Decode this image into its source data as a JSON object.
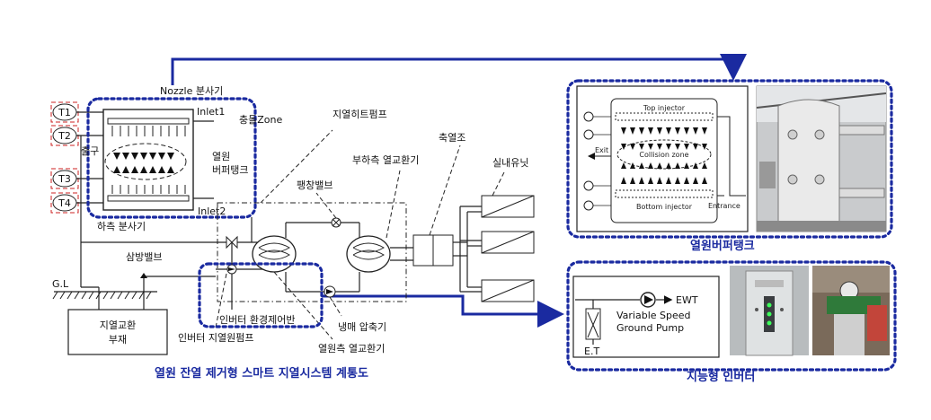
{
  "colors": {
    "accent": "#1a2aa0",
    "sensor": "#cc2222",
    "black": "#111111"
  },
  "sensors": [
    "T1",
    "T2",
    "T3",
    "T4"
  ],
  "left_diagram": {
    "nozzle": "Nozzle 분사기",
    "inlet1": "Inlet1",
    "impact_zone": "충돌Zone",
    "outlet": "출구",
    "buffer_tank_1": "열원",
    "buffer_tank_2": "버퍼탱크",
    "inlet2": "Inlet2",
    "lower_nozzle": "하측 분사기",
    "heat_pump": "지열히트펌프",
    "load_hx": "부하측 열교환기",
    "storage": "축열조",
    "indoor_unit": "실내유닛",
    "expansion_valve": "팽창밸브",
    "three_way_valve": "삼방밸브",
    "ground_level": "G.L",
    "ground_hx_1": "지열교환",
    "ground_hx_2": "부재",
    "inverter_pump": "인버터 지열원펌프",
    "env_panel": "인버터 환경제어반",
    "compressor": "냉매 압축기",
    "source_hx": "열원측 열교환기",
    "caption": "열원 잔열 제거형 스마트 지열시스템 계통도"
  },
  "tank_panel": {
    "top_injector": "Top injector",
    "exit": "Exit",
    "collision_zone": "Collision zone",
    "bottom_injector": "Bottom injector",
    "entrance": "Entrance",
    "caption": "열원버퍼탱크"
  },
  "inverter_panel": {
    "ewt": "EWT",
    "pump_line1": "Variable Speed",
    "pump_line2": "Ground Pump",
    "et": "E.T",
    "caption": "지능형 인버터"
  }
}
